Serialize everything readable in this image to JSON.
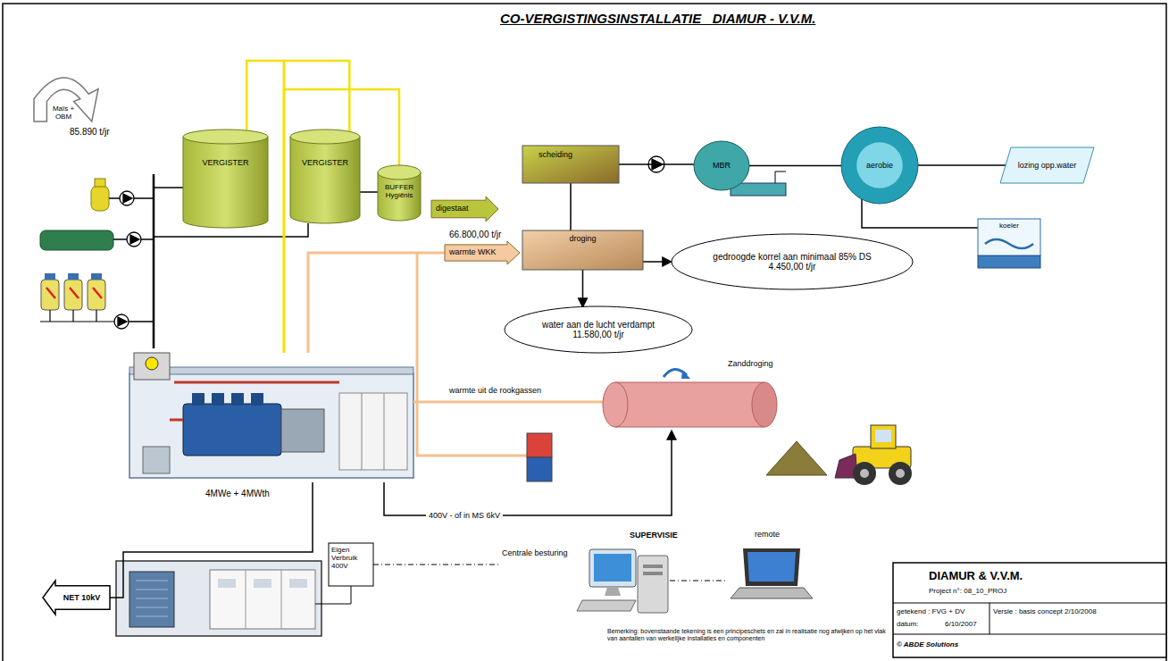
{
  "diagram": {
    "title": "CO-VERGISTINGSINSTALLATIE   DIAMUR - V.V.M.",
    "nodes": [
      {
        "text": [
          "Maïs + OBM",
          "85.890 t/jr"
        ]
      },
      {
        "text": [
          "VERGISTER"
        ]
      },
      {
        "text": [
          "VERGISTER"
        ]
      },
      {
        "text": [
          "BUFFER Hygiënis"
        ]
      },
      {
        "text": [
          "digestaat",
          "66.800,00 t/jr"
        ]
      },
      {
        "text": [
          "scheiding"
        ]
      },
      {
        "text": [
          "MBR"
        ]
      },
      {
        "text": [
          "aerobie"
        ]
      },
      {
        "text": [
          "lozing opp.water"
        ]
      },
      {
        "text": [
          "koeler"
        ]
      },
      {
        "text": [
          "warmte WKK"
        ]
      },
      {
        "text": [
          "droging"
        ]
      },
      {
        "text": [
          "gedroogde korrel aan minimaal 85% DS",
          "4.450,00  t/jr"
        ]
      },
      {
        "text": [
          "water aan de lucht verdampt",
          "11.580,00  t/jr"
        ]
      },
      {
        "text": [
          "Zanddroging"
        ]
      },
      {
        "text": [
          "4MWe + 4MWth"
        ]
      },
      {
        "text": [
          "NET 10kV"
        ]
      },
      {
        "text": [
          "Eigen Verbruik 400V"
        ]
      },
      {
        "text": [
          "SUPERVISIE",
          "Centrale besturing"
        ]
      },
      {
        "text": [
          "remote"
        ]
      },
      {
        "text": [
          "DIAMUR & V.V.M.",
          "Project n°: 08_10_PROJ",
          "getekend : FVG + DV",
          "datum:",
          "6/10/2007",
          "Versie : basis concept 2/10/2008",
          "© ABDE Solutions"
        ]
      }
    ],
    "edges": [
      {
        "from": 2,
        "to": 3,
        "arrow": "none"
      },
      {
        "from": 5,
        "to": 6,
        "arrow": "none"
      },
      {
        "from": 6,
        "to": 7,
        "arrow": "none"
      },
      {
        "from": 7,
        "to": 8,
        "arrow": "none"
      },
      {
        "from": 7,
        "to": 9,
        "arrow": "none"
      },
      {
        "from": 5,
        "to": 11,
        "arrow": "none"
      },
      {
        "from": 11,
        "to": 12,
        "arrow": "to"
      },
      {
        "from": 11,
        "to": 13,
        "arrow": "to"
      },
      {
        "from": 1,
        "to": 15,
        "arrow": "none"
      },
      {
        "from": 2,
        "to": 15,
        "arrow": "none"
      },
      {
        "from": 3,
        "to": 15,
        "arrow": "none"
      },
      {
        "from": 15,
        "to": 10,
        "arrow": "none"
      },
      {
        "from": 15,
        "to": 14,
        "label": "warmte uit de rookgassen",
        "arrow": "none"
      },
      {
        "from": 15,
        "to": 14,
        "label": "400V - of in MS 6kV",
        "arrow": "to"
      },
      {
        "from": 15,
        "to": 16,
        "arrow": "none"
      },
      {
        "from": 17,
        "to": 18,
        "arrow": "none"
      },
      {
        "from": 18,
        "to": 19,
        "arrow": "none"
      }
    ],
    "labels": [
      "Bemerking: bovenstaande tekening is een principeschets en zal in realisatie nog afwijken op het vlak van aantallen van werkelijke installaties en componenten"
    ]
  }
}
